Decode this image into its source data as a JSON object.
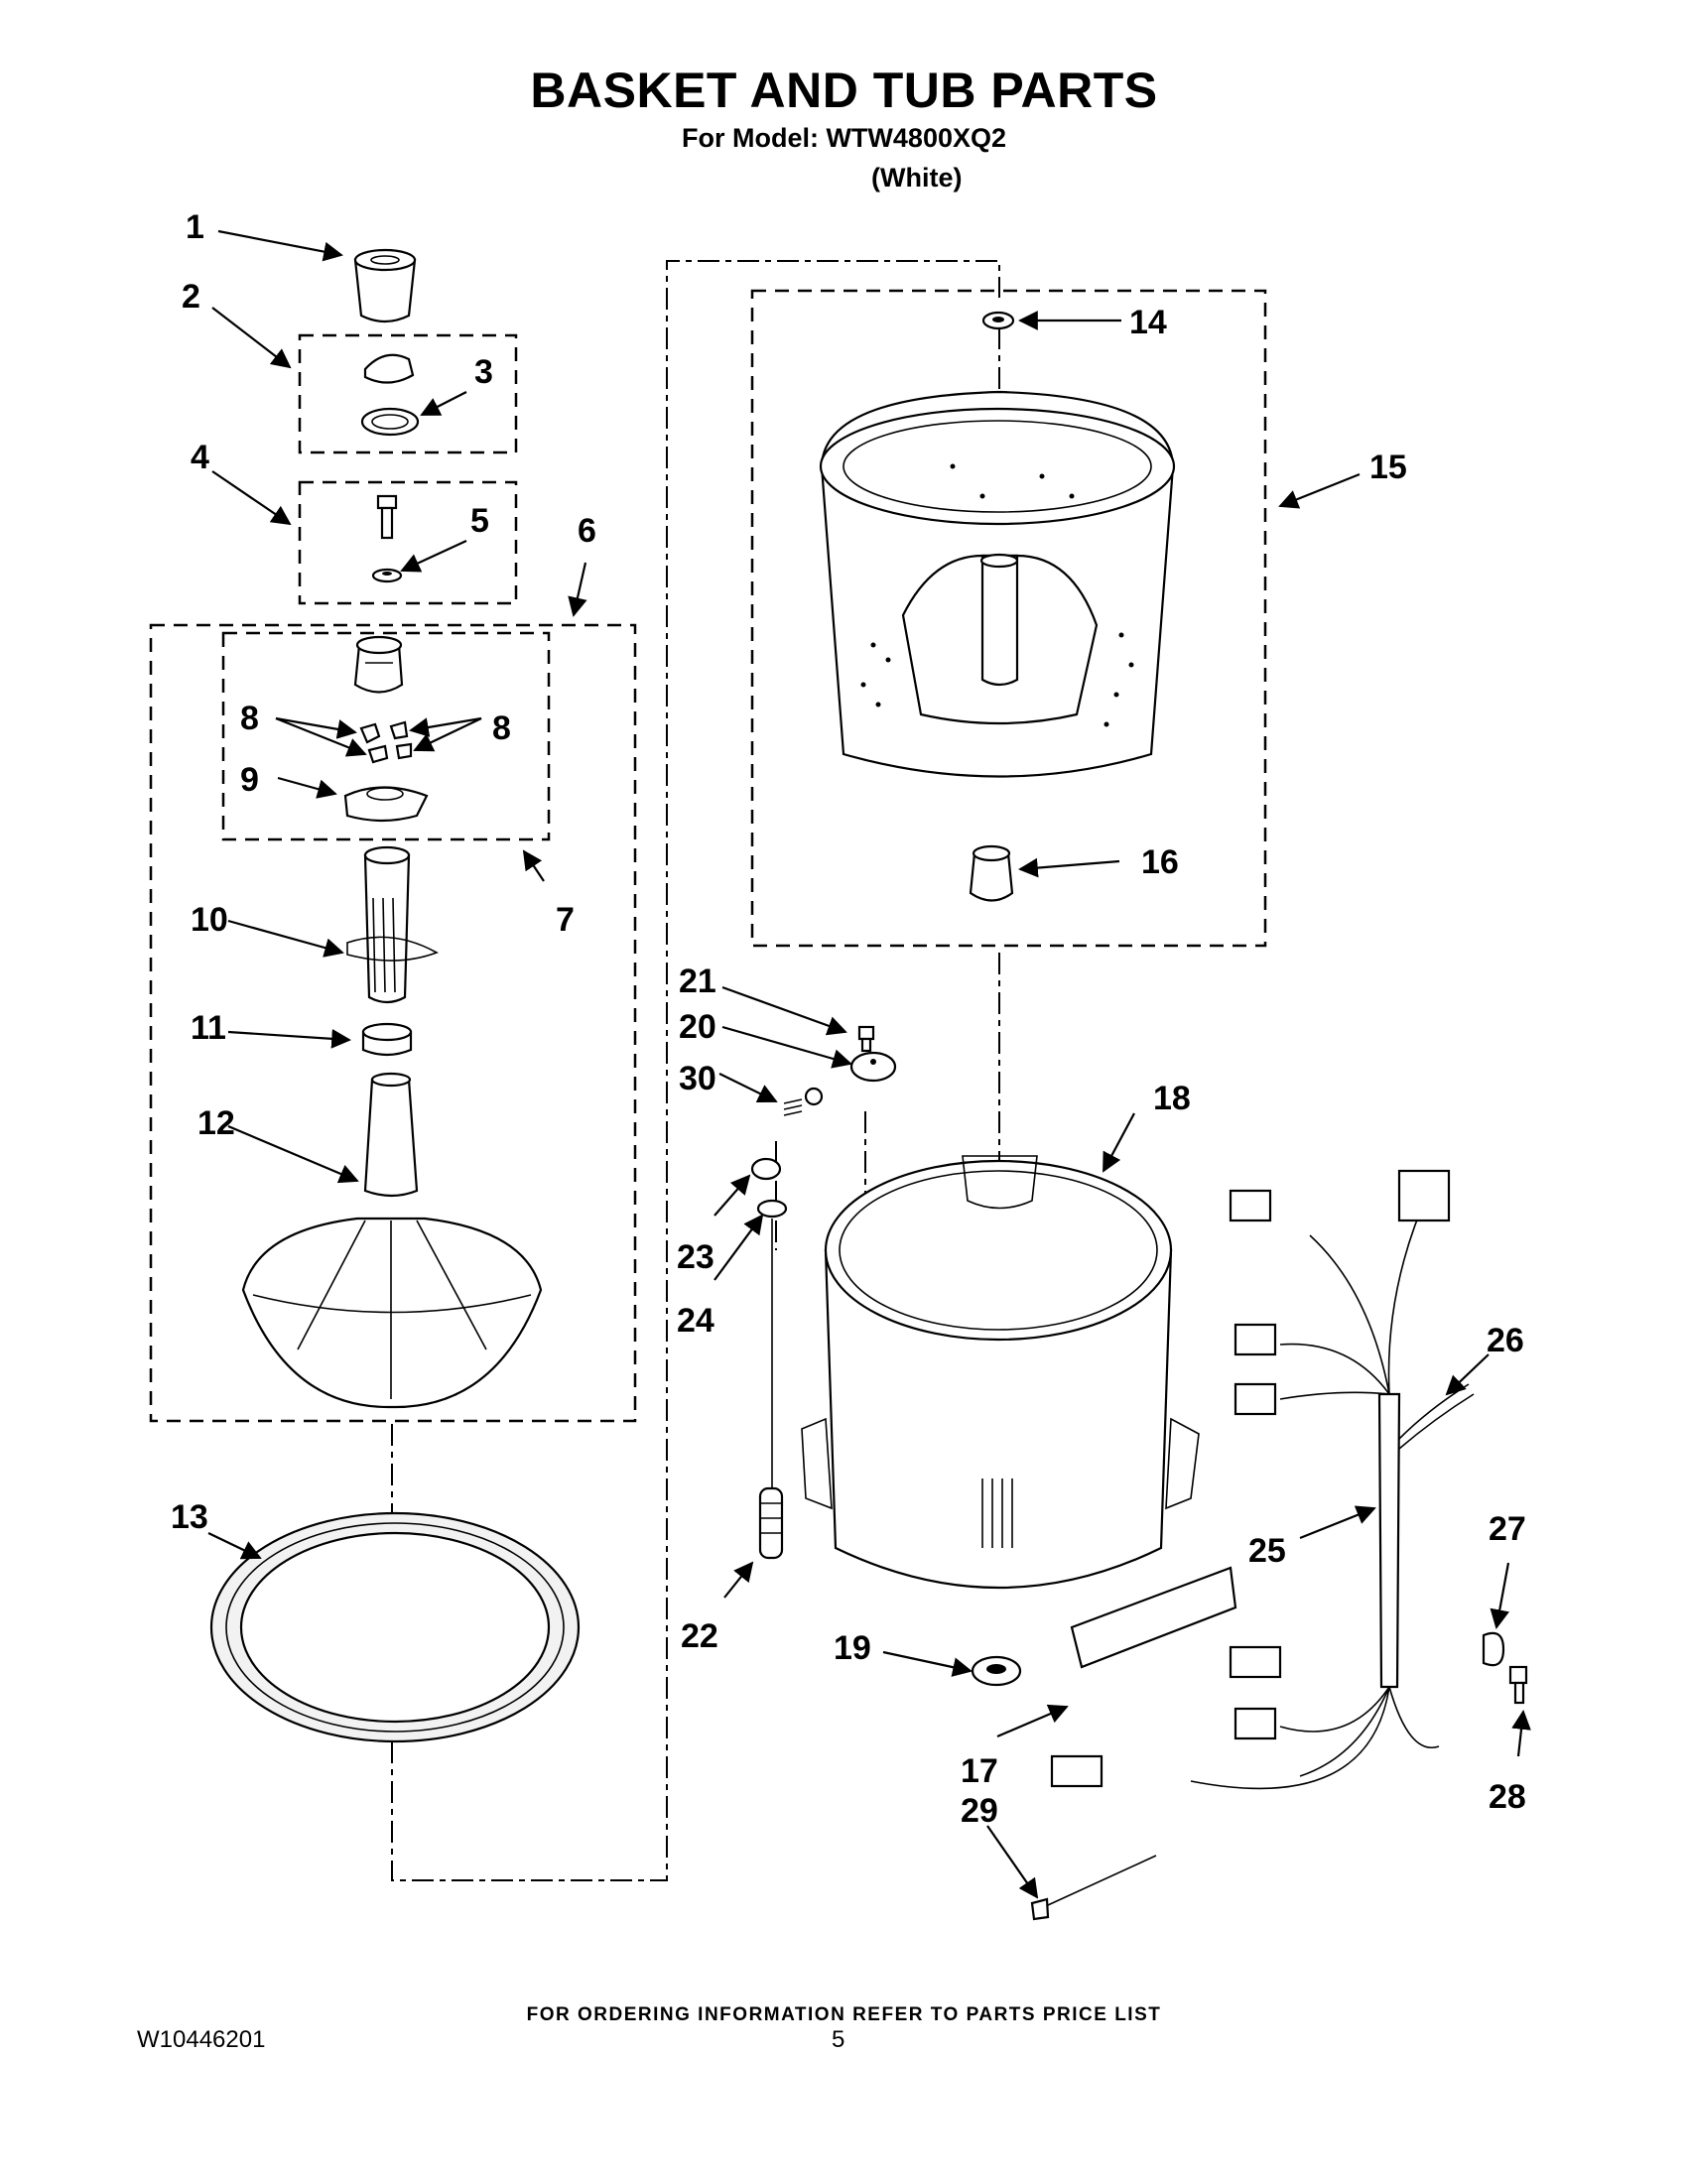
{
  "header": {
    "title": "BASKET AND TUB PARTS",
    "model_line": "For Model: WTW4800XQ2",
    "color_note": "(White)"
  },
  "callouts": {
    "c1": "1",
    "c2": "2",
    "c3": "3",
    "c4": "4",
    "c5": "5",
    "c6": "6",
    "c7": "7",
    "c8a": "8",
    "c8b": "8",
    "c9": "9",
    "c10": "10",
    "c11": "11",
    "c12": "12",
    "c13": "13",
    "c14": "14",
    "c15": "15",
    "c16": "16",
    "c17": "17",
    "c18": "18",
    "c19": "19",
    "c20": "20",
    "c21": "21",
    "c22": "22",
    "c23": "23",
    "c24": "24",
    "c25": "25",
    "c26": "26",
    "c27": "27",
    "c28": "28",
    "c29": "29",
    "c30": "30"
  },
  "footer": {
    "ordering_note": "FOR ORDERING INFORMATION REFER TO PARTS PRICE LIST",
    "doc_number": "W10446201",
    "page_number": "5"
  }
}
